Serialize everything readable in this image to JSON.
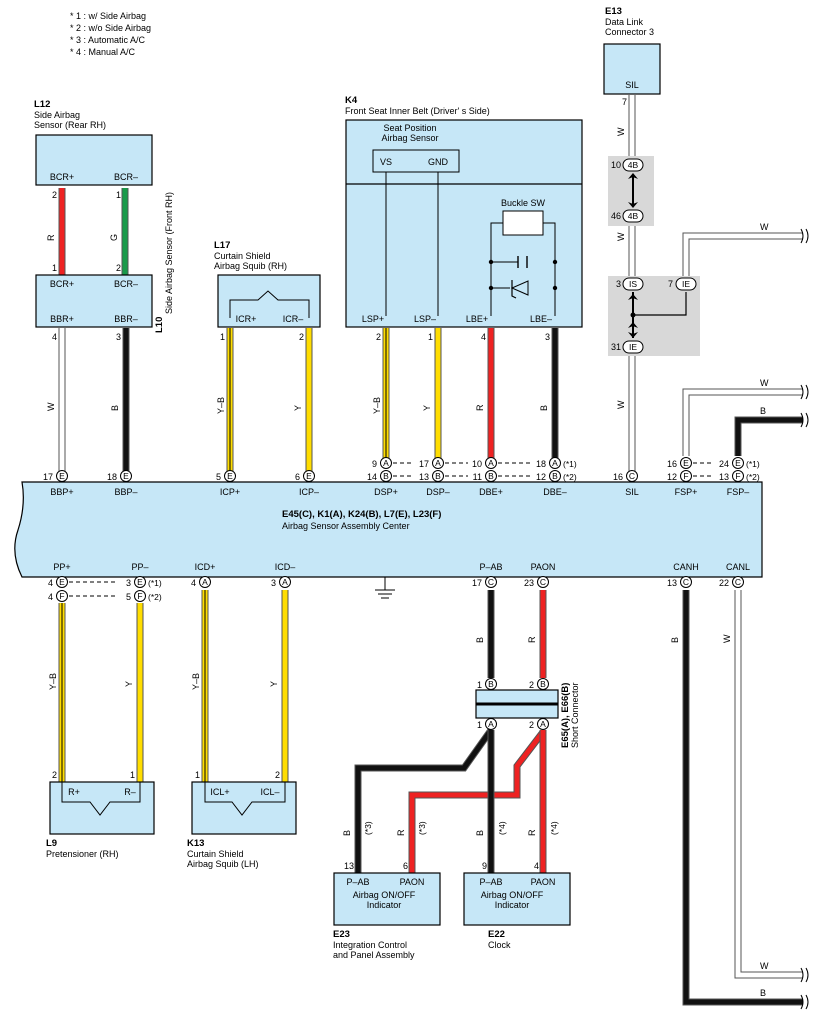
{
  "notes": [
    "* 1 : w/ Side Airbag",
    "* 2 : w/o Side Airbag",
    "* 3 : Automatic A/C",
    "* 4 : Manual A/C"
  ],
  "colors": {
    "box_fill": "#c6e7f7",
    "R": "#ee2222",
    "G": "#1a9a4a",
    "B": "#111111",
    "W": "#ffffff",
    "Y": "#ffdd00",
    "Y-B": "#ffdd00",
    "connector_gray": "#d8d8d8"
  },
  "components": {
    "E13": {
      "code": "E13",
      "name": "Data Link\nConnector 3",
      "pins": [
        {
          "label": "SIL",
          "num": "7"
        }
      ]
    },
    "L12": {
      "code": "L12",
      "name": "Side Airbag\nSensor (Rear RH)",
      "pins": [
        {
          "label": "BCR+",
          "num": "2"
        },
        {
          "label": "BCR–",
          "num": "1"
        }
      ]
    },
    "L10": {
      "code": "L10",
      "name": "Side Airbag Sensor (Front RH)",
      "pins_top": [
        {
          "label": "BCR+",
          "num": "1"
        },
        {
          "label": "BCR–",
          "num": "2"
        }
      ],
      "pins_bottom": [
        {
          "label": "BBR+",
          "num": "4"
        },
        {
          "label": "BBR–",
          "num": "3"
        }
      ]
    },
    "L17": {
      "code": "L17",
      "name": "Curtain Shield\nAirbag Squib (RH)",
      "pins": [
        {
          "label": "ICR+",
          "num": "1"
        },
        {
          "label": "ICR–",
          "num": "2"
        }
      ]
    },
    "K4": {
      "code": "K4",
      "name": "Front Seat Inner Belt (Driver' s Side)",
      "sub1": "Seat Position\nAirbag Sensor",
      "sub1_pins": [
        "VS",
        "GND"
      ],
      "sub2": "Buckle SW",
      "pins": [
        {
          "label": "LSP+",
          "num": "2"
        },
        {
          "label": "LSP–",
          "num": "1"
        },
        {
          "label": "LBE+",
          "num": "4"
        },
        {
          "label": "LBE–",
          "num": "3"
        }
      ]
    },
    "main": {
      "codes": "E45(C), K1(A), K24(B), L7(E), L23(F)",
      "name": "Airbag Sensor Assembly Center",
      "top_pins": [
        "BBP+",
        "BBP–",
        "ICP+",
        "ICP–",
        "DSP+",
        "DSP–",
        "DBE+",
        "DBE–",
        "SIL",
        "FSP+",
        "FSP–"
      ],
      "bottom_pins": [
        "PP+",
        "PP–",
        "ICD+",
        "ICD–",
        "P–AB",
        "PAON",
        "CANH",
        "CANL"
      ]
    },
    "E65": {
      "code": "E65(A), E66(B)",
      "name": "Short Connector"
    },
    "L9": {
      "code": "L9",
      "name": "Pretensioner (RH)",
      "pins": [
        {
          "label": "R+",
          "num": "2"
        },
        {
          "label": "R–",
          "num": "1"
        }
      ]
    },
    "K13": {
      "code": "K13",
      "name": "Curtain Shield\nAirbag Squib (LH)",
      "pins": [
        {
          "label": "ICL+",
          "num": "1"
        },
        {
          "label": "ICL–",
          "num": "2"
        }
      ]
    },
    "E23": {
      "code": "E23",
      "name": "Integration Control\nand Panel Assembly",
      "inner": "Airbag ON/OFF\nIndicator",
      "pins": [
        {
          "label": "P–AB",
          "num": "13"
        },
        {
          "label": "PAON",
          "num": "6"
        }
      ]
    },
    "E22": {
      "code": "E22",
      "name": "Clock",
      "inner": "Airbag ON/OFF\nIndicator",
      "pins": [
        {
          "label": "P–AB",
          "num": "9"
        },
        {
          "label": "PAON",
          "num": "4"
        }
      ]
    }
  },
  "junction": {
    "4B_top": {
      "pin": "10",
      "id": "4B"
    },
    "4B_bot": {
      "pin": "46",
      "id": "4B"
    },
    "IS": {
      "pin": "3",
      "id": "IS"
    },
    "IE_r": {
      "pin": "7",
      "id": "IE"
    },
    "IE_b": {
      "pin": "31",
      "id": "IE"
    }
  },
  "wires": [
    {
      "id": "L12-2",
      "color": "R",
      "label": "R"
    },
    {
      "id": "L12-1",
      "color": "G",
      "label": "G"
    },
    {
      "id": "BBP+",
      "color": "W",
      "label": "W"
    },
    {
      "id": "BBP-",
      "color": "B",
      "label": "B"
    },
    {
      "id": "ICP+",
      "color": "Y-B",
      "label": "Y–B"
    },
    {
      "id": "ICP-",
      "color": "Y",
      "label": "Y"
    },
    {
      "id": "DSP+",
      "color": "Y-B",
      "label": "Y–B"
    },
    {
      "id": "DSP-",
      "color": "Y",
      "label": "Y"
    },
    {
      "id": "DBE+",
      "color": "R",
      "label": "R"
    },
    {
      "id": "DBE-",
      "color": "B",
      "label": "B"
    },
    {
      "id": "SIL-top",
      "color": "W",
      "label": "W"
    },
    {
      "id": "SIL-mid",
      "color": "W",
      "label": "W"
    },
    {
      "id": "SIL-bot",
      "color": "W",
      "label": "W"
    },
    {
      "id": "IE-out",
      "color": "W",
      "label": "W"
    },
    {
      "id": "FSP+",
      "color": "W",
      "label": "W"
    },
    {
      "id": "FSP-",
      "color": "B",
      "label": "B"
    },
    {
      "id": "PP+",
      "color": "Y-B",
      "label": "Y–B"
    },
    {
      "id": "PP-",
      "color": "Y",
      "label": "Y"
    },
    {
      "id": "ICD+",
      "color": "Y-B",
      "label": "Y–B"
    },
    {
      "id": "ICD-",
      "color": "Y",
      "label": "Y"
    },
    {
      "id": "PAB-up",
      "color": "B",
      "label": "B"
    },
    {
      "id": "PAON-up",
      "color": "R",
      "label": "R"
    },
    {
      "id": "CANH",
      "color": "B",
      "label": "B"
    },
    {
      "id": "CANL",
      "color": "W",
      "label": "W"
    },
    {
      "id": "CANL-out",
      "color": "W",
      "label": "W"
    },
    {
      "id": "CANH-out",
      "color": "B",
      "label": "B"
    },
    {
      "id": "E23-PAB",
      "color": "B",
      "label": "B",
      "note": "(*3)"
    },
    {
      "id": "E23-PAON",
      "color": "R",
      "label": "R",
      "note": "(*3)"
    },
    {
      "id": "E22-PAB",
      "color": "B",
      "label": "B",
      "note": "(*4)"
    },
    {
      "id": "E22-PAON",
      "color": "R",
      "label": "R",
      "note": "(*4)"
    }
  ],
  "main_top_conn": [
    {
      "num": "17",
      "id": "E",
      "x": "BBP+"
    },
    {
      "num": "18",
      "id": "E"
    },
    {
      "num": "5",
      "id": "E"
    },
    {
      "num": "6",
      "id": "E"
    },
    {
      "num": "16",
      "id": "C"
    }
  ],
  "dual_rows": {
    "r1": {
      "n1": "9",
      "c1": "A",
      "n2": "17",
      "c2": "A",
      "n3": "10",
      "c3": "A",
      "n4": "18",
      "c4": "A",
      "note": "(*1)"
    },
    "r2": {
      "n1": "14",
      "c1": "B",
      "n2": "13",
      "c2": "B",
      "n3": "11",
      "c3": "B",
      "n4": "12",
      "c4": "B",
      "note": "(*2)"
    },
    "fsp1": {
      "n1": "16",
      "c1": "E",
      "n2": "24",
      "c2": "E",
      "note": "(*1)"
    },
    "fsp2": {
      "n1": "12",
      "c1": "F",
      "n2": "13",
      "c2": "F",
      "note": "(*2)"
    },
    "pp1": {
      "n1": "4",
      "c1": "E",
      "n2": "3",
      "c2": "E",
      "note": "(*1)"
    },
    "pp2": {
      "n1": "4",
      "c1": "F",
      "n2": "5",
      "c2": "F",
      "note": "(*2)"
    }
  },
  "bottom_conn": [
    {
      "num": "4",
      "id": "A"
    },
    {
      "num": "3",
      "id": "A"
    },
    {
      "num": "17",
      "id": "C"
    },
    {
      "num": "23",
      "id": "C"
    },
    {
      "num": "13",
      "id": "C"
    },
    {
      "num": "22",
      "id": "C"
    }
  ],
  "short_conn": [
    {
      "num": "1",
      "id": "B"
    },
    {
      "num": "2",
      "id": "B"
    },
    {
      "num": "1",
      "id": "A"
    },
    {
      "num": "2",
      "id": "A"
    }
  ]
}
